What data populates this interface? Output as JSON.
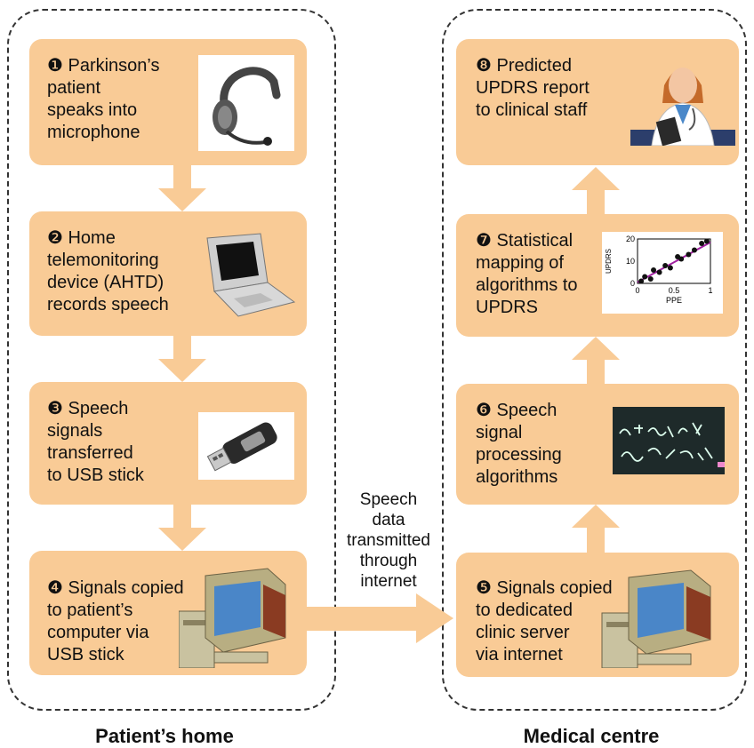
{
  "regions": {
    "home_label": "Patient’s home",
    "centre_label": "Medical centre"
  },
  "steps": {
    "s1": "❶ Parkinson’s\npatient\nspeaks into\nmicrophone",
    "s2": "❷ Home\ntelemonitoring\ndevice (AHTD)\nrecords speech",
    "s3": "❸ Speech\nsignals\ntransferred\nto USB stick",
    "s4": "❹ Signals copied\nto patient’s\ncomputer via\nUSB stick",
    "s5": "❺ Signals copied\nto dedicated\nclinic server\nvia internet",
    "s6": "❻ Speech\nsignal\nprocessing\nalgorithms",
    "s7": "❼ Statistical\nmapping of\nalgorithms to\nUPDRS",
    "s8": "❽ Predicted\nUPDRS report\nto clinical staff"
  },
  "transfer_text": "Speech\ndata\ntransmitted\nthrough\ninternet",
  "icons": [
    "headset-icon",
    "laptop-icon",
    "usb-stick-icon",
    "computer-icon",
    "server-computer-icon",
    "blackboard-equations-icon",
    "scatter-plot-icon",
    "doctor-icon"
  ],
  "chart_data": {
    "type": "scatter",
    "xlabel": "PPE",
    "ylabel": "UPDRS",
    "xlim": [
      0,
      1
    ],
    "ylim": [
      0,
      20
    ],
    "xticks": [
      "0",
      "0.5",
      "1"
    ],
    "yticks": [
      "0",
      "10",
      "20"
    ],
    "points": [
      {
        "x": 0.05,
        "y": 1
      },
      {
        "x": 0.1,
        "y": 3
      },
      {
        "x": 0.18,
        "y": 2
      },
      {
        "x": 0.22,
        "y": 6
      },
      {
        "x": 0.3,
        "y": 5
      },
      {
        "x": 0.38,
        "y": 8
      },
      {
        "x": 0.45,
        "y": 7
      },
      {
        "x": 0.55,
        "y": 12
      },
      {
        "x": 0.6,
        "y": 11
      },
      {
        "x": 0.7,
        "y": 13
      },
      {
        "x": 0.78,
        "y": 15
      },
      {
        "x": 0.88,
        "y": 18
      },
      {
        "x": 0.95,
        "y": 19
      }
    ],
    "fit_line": {
      "x": [
        0,
        1
      ],
      "y": [
        0.5,
        18.5
      ]
    },
    "colors": {
      "points": "#111111",
      "fit_line": "#a020a0"
    }
  },
  "colors": {
    "box_fill": "#f9cb96",
    "arrow_fill": "#f9cb96"
  }
}
